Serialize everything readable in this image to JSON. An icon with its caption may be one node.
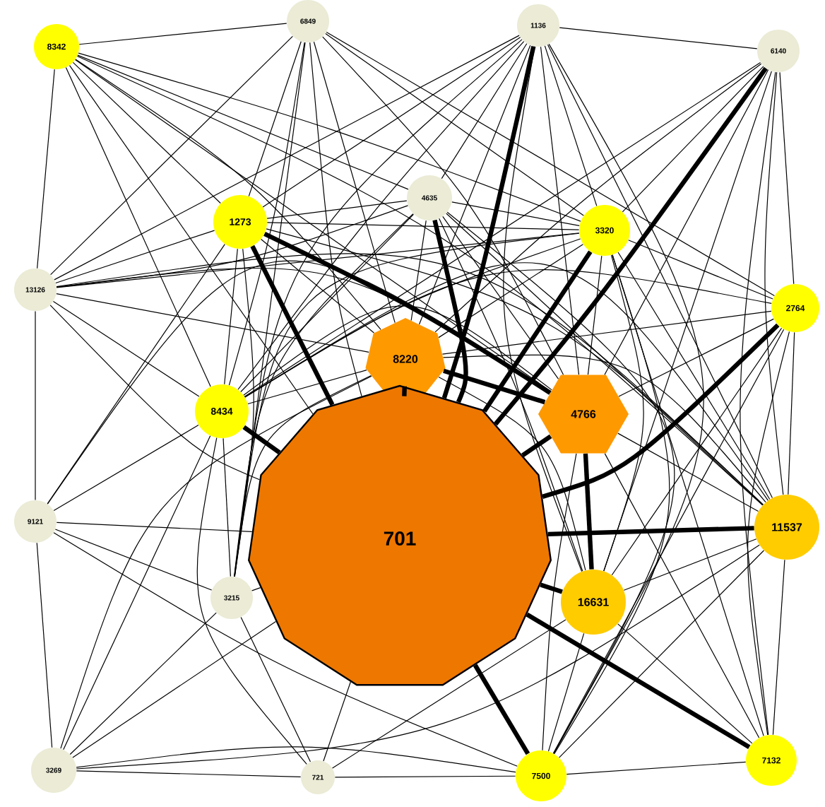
{
  "diagram": {
    "nodes": [
      {
        "text": [
          "8342"
        ]
      },
      {
        "text": [
          "6849"
        ]
      },
      {
        "text": [
          "1136"
        ]
      },
      {
        "text": [
          "6140"
        ]
      },
      {
        "text": [
          "1273"
        ]
      },
      {
        "text": [
          "4635"
        ]
      },
      {
        "text": [
          "3320"
        ]
      },
      {
        "text": [
          "13126"
        ]
      },
      {
        "text": [
          "2764"
        ]
      },
      {
        "text": [
          "8220"
        ]
      },
      {
        "text": [
          "4766"
        ]
      },
      {
        "text": [
          "8434"
        ]
      },
      {
        "text": [
          "701"
        ]
      },
      {
        "text": [
          "9121"
        ]
      },
      {
        "text": [
          "11537"
        ]
      },
      {
        "text": [
          "3215"
        ]
      },
      {
        "text": [
          "16631"
        ]
      },
      {
        "text": [
          "3269"
        ]
      },
      {
        "text": [
          "721"
        ]
      },
      {
        "text": [
          "7500"
        ]
      },
      {
        "text": [
          "7132"
        ]
      }
    ],
    "edges": [
      {
        "from": 0,
        "to": 12,
        "arrow": "none"
      },
      {
        "from": 1,
        "to": 12,
        "arrow": "none"
      },
      {
        "from": 2,
        "to": 12,
        "arrow": "none",
        "style": "thick"
      },
      {
        "from": 3,
        "to": 12,
        "arrow": "none",
        "style": "thick"
      },
      {
        "from": 4,
        "to": 12,
        "arrow": "none",
        "style": "thick"
      },
      {
        "from": 5,
        "to": 12,
        "arrow": "none",
        "style": "thick"
      },
      {
        "from": 6,
        "to": 12,
        "arrow": "none",
        "style": "thick"
      },
      {
        "from": 7,
        "to": 12,
        "arrow": "none"
      },
      {
        "from": 8,
        "to": 12,
        "arrow": "none",
        "style": "thick"
      },
      {
        "from": 9,
        "to": 12,
        "arrow": "none",
        "style": "thick"
      },
      {
        "from": 10,
        "to": 12,
        "arrow": "none",
        "style": "thick"
      },
      {
        "from": 11,
        "to": 12,
        "arrow": "none",
        "style": "thick"
      },
      {
        "from": 13,
        "to": 12,
        "arrow": "none"
      },
      {
        "from": 14,
        "to": 12,
        "arrow": "none",
        "style": "thick"
      },
      {
        "from": 15,
        "to": 12,
        "arrow": "none"
      },
      {
        "from": 16,
        "to": 12,
        "arrow": "none",
        "style": "thick"
      },
      {
        "from": 17,
        "to": 12,
        "arrow": "none"
      },
      {
        "from": 18,
        "to": 12,
        "arrow": "none"
      },
      {
        "from": 19,
        "to": 12,
        "arrow": "none",
        "style": "thick"
      },
      {
        "from": 20,
        "to": 12,
        "arrow": "none",
        "style": "thick"
      },
      {
        "from": 0,
        "to": 1,
        "arrow": "none"
      },
      {
        "from": 0,
        "to": 7,
        "arrow": "none"
      },
      {
        "from": 0,
        "to": 4,
        "arrow": "none"
      },
      {
        "from": 0,
        "to": 5,
        "arrow": "none"
      },
      {
        "from": 0,
        "to": 9,
        "arrow": "none"
      },
      {
        "from": 0,
        "to": 10,
        "arrow": "none"
      },
      {
        "from": 0,
        "to": 6,
        "arrow": "none"
      },
      {
        "from": 0,
        "to": 11,
        "arrow": "none"
      },
      {
        "from": 0,
        "to": 14,
        "arrow": "none"
      },
      {
        "from": 1,
        "to": 4,
        "arrow": "none"
      },
      {
        "from": 1,
        "to": 7,
        "arrow": "none"
      },
      {
        "from": 1,
        "to": 11,
        "arrow": "none"
      },
      {
        "from": 1,
        "to": 15,
        "arrow": "none"
      },
      {
        "from": 1,
        "to": 6,
        "arrow": "none"
      },
      {
        "from": 1,
        "to": 10,
        "arrow": "none"
      },
      {
        "from": 1,
        "to": 9,
        "arrow": "none"
      },
      {
        "from": 1,
        "to": 8,
        "arrow": "none"
      },
      {
        "from": 2,
        "to": 3,
        "arrow": "none"
      },
      {
        "from": 2,
        "to": 5,
        "arrow": "none"
      },
      {
        "from": 2,
        "to": 4,
        "arrow": "none"
      },
      {
        "from": 2,
        "to": 7,
        "arrow": "none"
      },
      {
        "from": 2,
        "to": 6,
        "arrow": "none"
      },
      {
        "from": 2,
        "to": 9,
        "arrow": "none"
      },
      {
        "from": 2,
        "to": 10,
        "arrow": "none"
      },
      {
        "from": 2,
        "to": 16,
        "arrow": "none"
      },
      {
        "from": 2,
        "to": 14,
        "arrow": "none"
      },
      {
        "from": 2,
        "to": 19,
        "arrow": "none"
      },
      {
        "from": 2,
        "to": 11,
        "arrow": "none"
      },
      {
        "from": 2,
        "to": 15,
        "arrow": "none"
      },
      {
        "from": 3,
        "to": 8,
        "arrow": "none"
      },
      {
        "from": 3,
        "to": 6,
        "arrow": "none"
      },
      {
        "from": 3,
        "to": 10,
        "arrow": "none"
      },
      {
        "from": 3,
        "to": 9,
        "arrow": "none"
      },
      {
        "from": 3,
        "to": 14,
        "arrow": "none"
      },
      {
        "from": 3,
        "to": 16,
        "arrow": "none"
      },
      {
        "from": 3,
        "to": 11,
        "arrow": "none"
      },
      {
        "from": 3,
        "to": 20,
        "arrow": "none"
      },
      {
        "from": 4,
        "to": 5,
        "arrow": "none"
      },
      {
        "from": 4,
        "to": 6,
        "arrow": "none"
      },
      {
        "from": 4,
        "to": 7,
        "arrow": "none"
      },
      {
        "from": 4,
        "to": 9,
        "arrow": "none"
      },
      {
        "from": 4,
        "to": 10,
        "arrow": "none",
        "style": "thick"
      },
      {
        "from": 4,
        "to": 11,
        "arrow": "none"
      },
      {
        "from": 4,
        "to": 15,
        "arrow": "none"
      },
      {
        "from": 4,
        "to": 14,
        "arrow": "none"
      },
      {
        "from": 4,
        "to": 13,
        "arrow": "none"
      },
      {
        "from": 5,
        "to": 6,
        "arrow": "none"
      },
      {
        "from": 5,
        "to": 7,
        "arrow": "none"
      },
      {
        "from": 5,
        "to": 9,
        "arrow": "none"
      },
      {
        "from": 5,
        "to": 10,
        "arrow": "none"
      },
      {
        "from": 5,
        "to": 11,
        "arrow": "none"
      },
      {
        "from": 5,
        "to": 15,
        "arrow": "none"
      },
      {
        "from": 5,
        "to": 16,
        "arrow": "none"
      },
      {
        "from": 5,
        "to": 14,
        "arrow": "none"
      },
      {
        "from": 5,
        "to": 19,
        "arrow": "none"
      },
      {
        "from": 6,
        "to": 7,
        "arrow": "none"
      },
      {
        "from": 6,
        "to": 8,
        "arrow": "none"
      },
      {
        "from": 6,
        "to": 9,
        "arrow": "none"
      },
      {
        "from": 6,
        "to": 10,
        "arrow": "none"
      },
      {
        "from": 6,
        "to": 11,
        "arrow": "none"
      },
      {
        "from": 6,
        "to": 14,
        "arrow": "none"
      },
      {
        "from": 6,
        "to": 16,
        "arrow": "none"
      },
      {
        "from": 6,
        "to": 20,
        "arrow": "none"
      },
      {
        "from": 6,
        "to": 19,
        "arrow": "none"
      },
      {
        "from": 6,
        "to": 15,
        "arrow": "none"
      },
      {
        "from": 7,
        "to": 13,
        "arrow": "none"
      },
      {
        "from": 7,
        "to": 9,
        "arrow": "none"
      },
      {
        "from": 7,
        "to": 10,
        "arrow": "none"
      },
      {
        "from": 7,
        "to": 11,
        "arrow": "none"
      },
      {
        "from": 7,
        "to": 14,
        "arrow": "none"
      },
      {
        "from": 8,
        "to": 9,
        "arrow": "none"
      },
      {
        "from": 8,
        "to": 10,
        "arrow": "none"
      },
      {
        "from": 8,
        "to": 11,
        "arrow": "none"
      },
      {
        "from": 8,
        "to": 14,
        "arrow": "none"
      },
      {
        "from": 8,
        "to": 16,
        "arrow": "none"
      },
      {
        "from": 8,
        "to": 19,
        "arrow": "none"
      },
      {
        "from": 8,
        "to": 20,
        "arrow": "none"
      },
      {
        "from": 9,
        "to": 10,
        "arrow": "none",
        "style": "thick"
      },
      {
        "from": 9,
        "to": 11,
        "arrow": "none"
      },
      {
        "from": 9,
        "to": 14,
        "arrow": "none"
      },
      {
        "from": 9,
        "to": 16,
        "arrow": "none"
      },
      {
        "from": 9,
        "to": 15,
        "arrow": "none"
      },
      {
        "from": 10,
        "to": 11,
        "arrow": "none"
      },
      {
        "from": 10,
        "to": 14,
        "arrow": "none"
      },
      {
        "from": 10,
        "to": 16,
        "arrow": "none",
        "style": "thick"
      },
      {
        "from": 10,
        "to": 20,
        "arrow": "none"
      },
      {
        "from": 10,
        "to": 19,
        "arrow": "none"
      },
      {
        "from": 10,
        "to": 13,
        "arrow": "none"
      },
      {
        "from": 11,
        "to": 13,
        "arrow": "none"
      },
      {
        "from": 11,
        "to": 15,
        "arrow": "none"
      },
      {
        "from": 11,
        "to": 14,
        "arrow": "none"
      },
      {
        "from": 11,
        "to": 17,
        "arrow": "none"
      },
      {
        "from": 11,
        "to": 18,
        "arrow": "none"
      },
      {
        "from": 13,
        "to": 17,
        "arrow": "none"
      },
      {
        "from": 13,
        "to": 15,
        "arrow": "none"
      },
      {
        "from": 13,
        "to": 19,
        "arrow": "none"
      },
      {
        "from": 14,
        "to": 16,
        "arrow": "none"
      },
      {
        "from": 14,
        "to": 20,
        "arrow": "none"
      },
      {
        "from": 14,
        "to": 19,
        "arrow": "none"
      },
      {
        "from": 14,
        "to": 17,
        "arrow": "none"
      },
      {
        "from": 15,
        "to": 17,
        "arrow": "none"
      },
      {
        "from": 15,
        "to": 18,
        "arrow": "none"
      },
      {
        "from": 16,
        "to": 20,
        "arrow": "none"
      },
      {
        "from": 16,
        "to": 19,
        "arrow": "none"
      },
      {
        "from": 17,
        "to": 18,
        "arrow": "none"
      },
      {
        "from": 17,
        "to": 19,
        "arrow": "none"
      },
      {
        "from": 17,
        "to": 9,
        "arrow": "none"
      },
      {
        "from": 18,
        "to": 19,
        "arrow": "none"
      },
      {
        "from": 18,
        "to": 16,
        "arrow": "none"
      },
      {
        "from": 19,
        "to": 20,
        "arrow": "none"
      }
    ]
  }
}
